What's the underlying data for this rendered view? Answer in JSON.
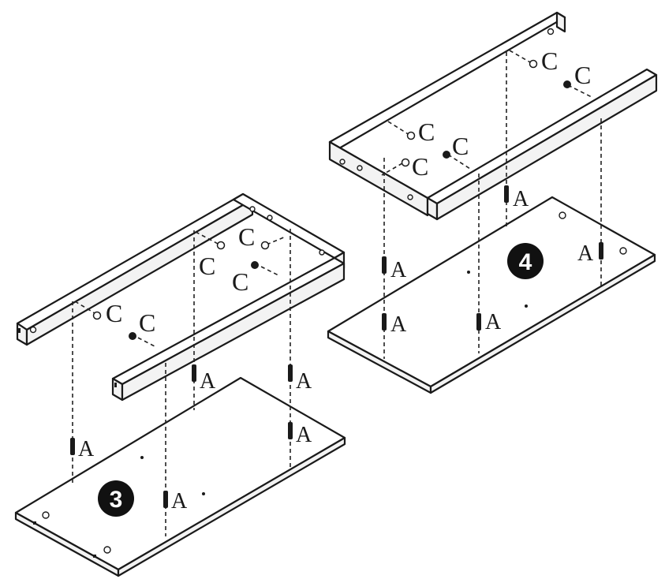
{
  "steps": [
    {
      "number": "3",
      "dowel_labels": [
        "A",
        "A",
        "A",
        "A",
        "A"
      ],
      "cam_labels": [
        "C",
        "C",
        "C",
        "C",
        "C"
      ]
    },
    {
      "number": "4",
      "dowel_labels": [
        "A",
        "A",
        "A",
        "A",
        "A"
      ],
      "cam_labels": [
        "C",
        "C",
        "C",
        "C",
        "C"
      ]
    }
  ],
  "colors": {
    "line": "#1a1a1a",
    "background": "#ffffff",
    "badge": "#111111"
  }
}
